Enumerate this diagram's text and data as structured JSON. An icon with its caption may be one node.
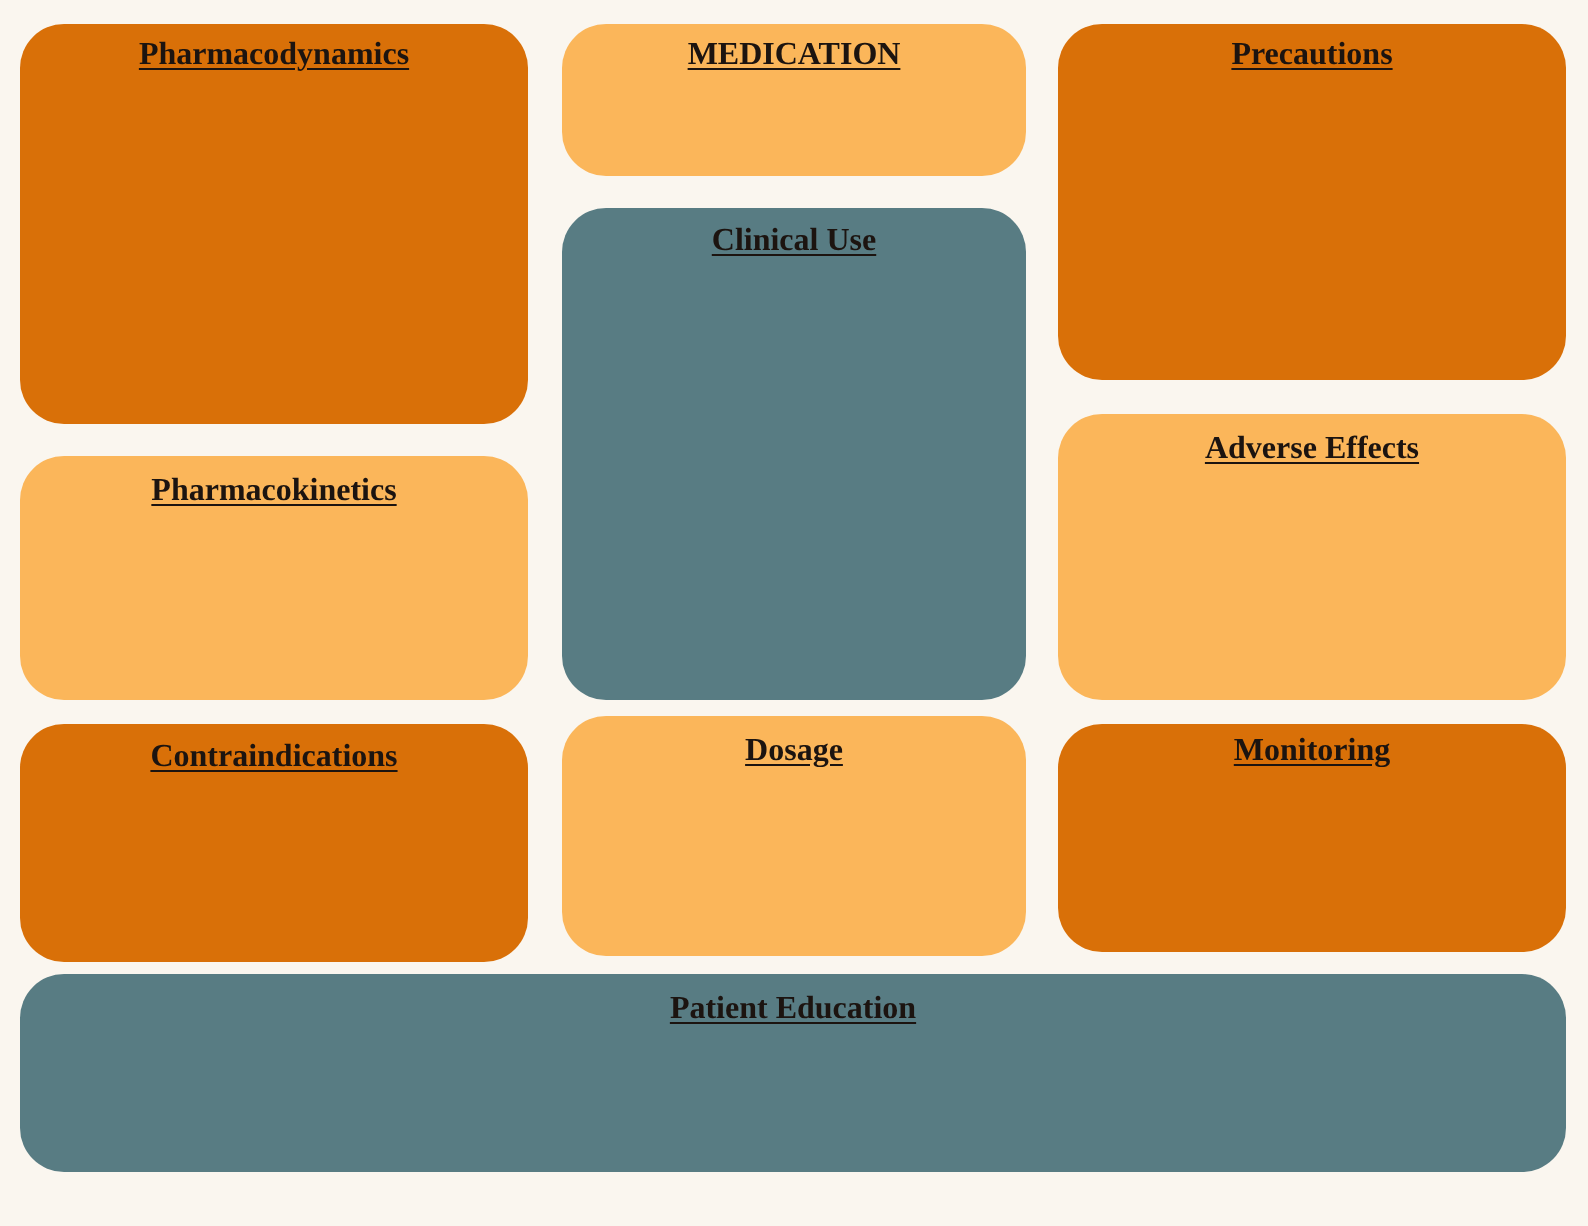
{
  "diagram": {
    "nodes": [
      {
        "text": [
          "Pharmacodynamics"
        ]
      },
      {
        "text": [
          "MEDICATION"
        ]
      },
      {
        "text": [
          "Precautions"
        ]
      },
      {
        "text": [
          "Clinical Use"
        ]
      },
      {
        "text": [
          "Pharmacokinetics"
        ]
      },
      {
        "text": [
          "Adverse Effects"
        ]
      },
      {
        "text": [
          "Contraindications"
        ]
      },
      {
        "text": [
          "Dosage"
        ]
      },
      {
        "text": [
          "Monitoring"
        ]
      },
      {
        "text": [
          "Patient Education"
        ]
      }
    ]
  }
}
